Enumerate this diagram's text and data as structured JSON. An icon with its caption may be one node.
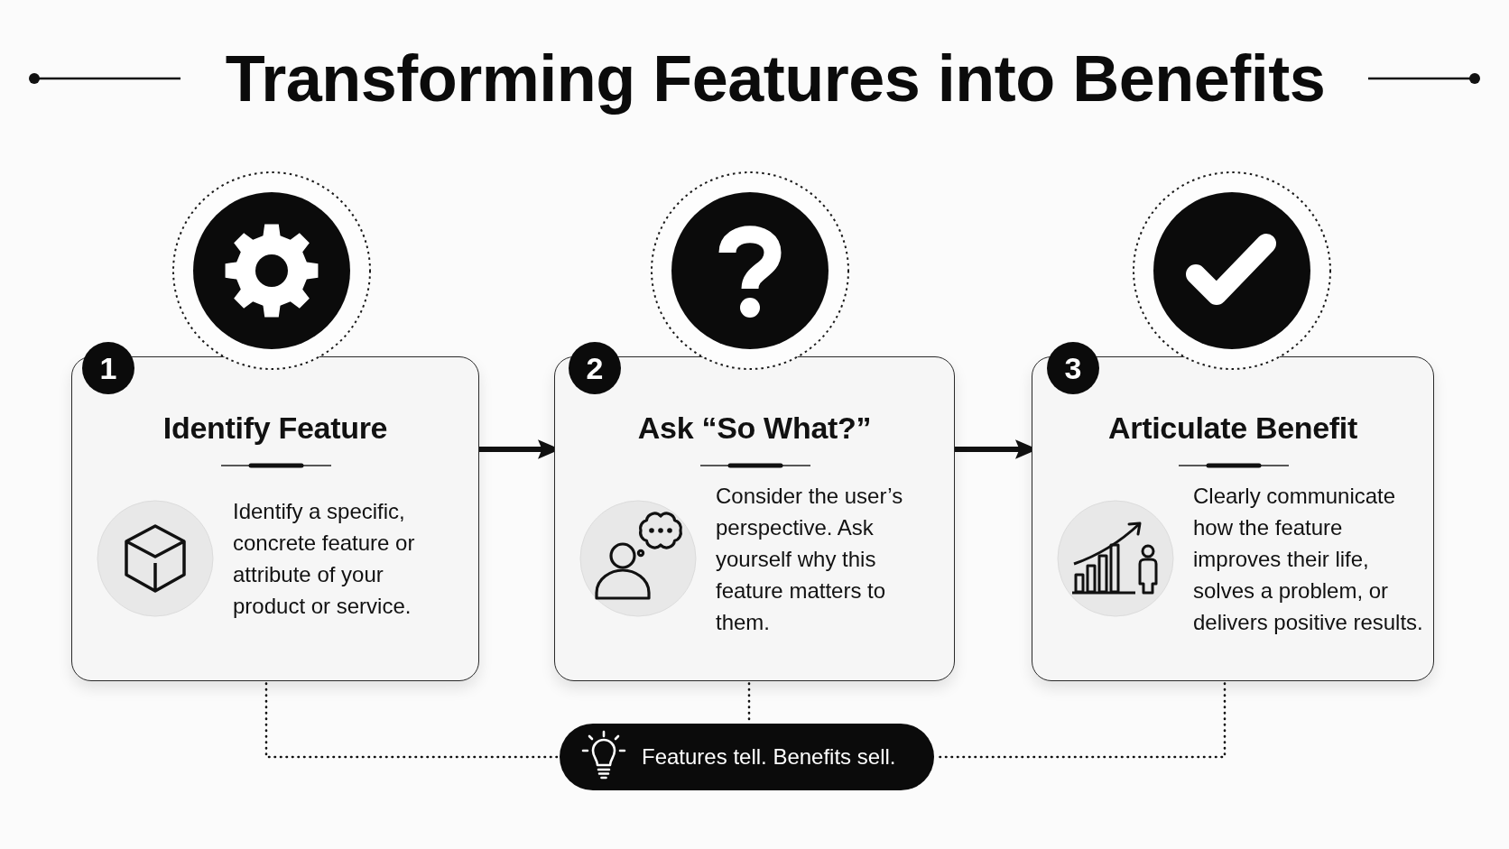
{
  "diagram": {
    "title": "Transforming Features into Benefits",
    "nodes": [
      {
        "text": [
          "1"
        ]
      },
      {
        "text": [
          "Identify Feature",
          "Identify a specific, concrete feature or attribute of your product or service."
        ]
      },
      {
        "text": [
          "2"
        ]
      },
      {
        "text": [
          "Ask “So What?”",
          "Consider the user’s perspective. Ask yourself why this feature matters to them."
        ]
      },
      {
        "text": [
          "3"
        ]
      },
      {
        "text": [
          "Articulate Benefit",
          "Clearly communicate how the feature improves their life, solves a problem, or delivers positive results."
        ]
      },
      {
        "text": [
          "Features tell. Benefits sell."
        ]
      }
    ],
    "edges": [
      {
        "from": 1,
        "to": 3,
        "arrow": "to",
        "style": "thick"
      },
      {
        "from": 3,
        "to": 5,
        "arrow": "to",
        "style": "thick"
      },
      {
        "from": 1,
        "to": 6,
        "arrow": "none",
        "style": "dashed"
      },
      {
        "from": 3,
        "to": 6,
        "arrow": "none",
        "style": "dashed"
      },
      {
        "from": 5,
        "to": 6,
        "arrow": "none",
        "style": "dashed"
      }
    ]
  }
}
